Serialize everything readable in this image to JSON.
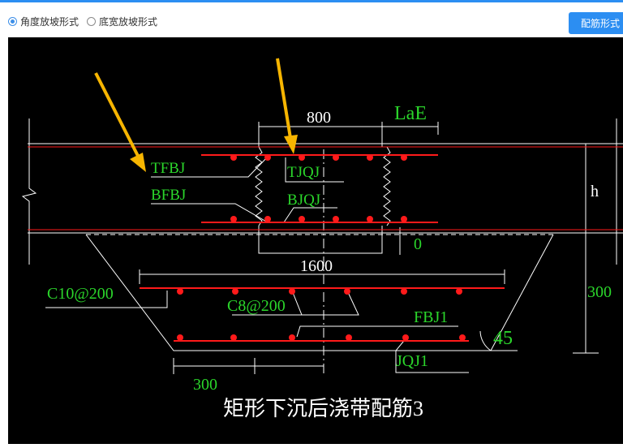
{
  "toolbar": {
    "options": [
      {
        "label": "角度放坡形式",
        "selected": true
      },
      {
        "label": "底宽放坡形式",
        "selected": false
      }
    ],
    "button_label": "配筋形式"
  },
  "diagram": {
    "title": "矩形下沉后浇带配筋3",
    "labels": {
      "tfbj": "TFBJ",
      "bfbj": "BFBJ",
      "tjqj": "TJQJ",
      "bjqj": "BJQJ",
      "c10": "C10@200",
      "c8": "C8@200",
      "fbj1": "FBJ1",
      "jqj1": "JQJ1",
      "h": "h",
      "lae": "LaE",
      "d800": "800",
      "d1600": "1600",
      "d300_bottom": "300",
      "d300_right": "300",
      "d0": "0",
      "angle": "45"
    },
    "colors": {
      "background": "#000000",
      "line": "#ffffff",
      "rebar": "#ff1a1a",
      "label": "#2bd62b",
      "arrow": "#f7b500",
      "accent": "#2c8ef2"
    }
  }
}
